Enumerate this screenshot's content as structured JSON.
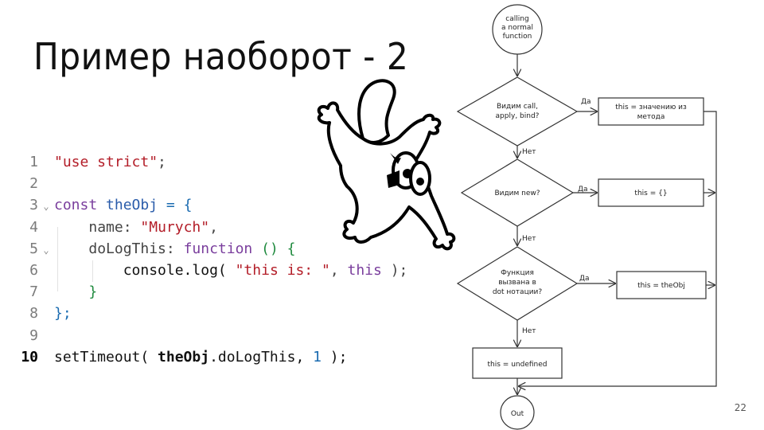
{
  "slide": {
    "title": "Пример наоборот - 2",
    "page_number": "22"
  },
  "code": {
    "line_numbers": [
      "1",
      "2",
      "3",
      "4",
      "5",
      "6",
      "7",
      "8",
      "9",
      "10"
    ],
    "tokens": {
      "use_strict": "\"use strict\"",
      "semi1": ";",
      "const": "const",
      "obj_name": "theObj",
      "eq_brace": " = {",
      "name_key": "name: ",
      "name_val": "\"Murych\"",
      "comma1": ",",
      "dolog_key": "doLogThis: ",
      "function_kw": "function",
      "paren_open": " () {",
      "console": "console.log( ",
      "this_is": "\"this is: \"",
      "comma2": ", ",
      "this_kw": "this",
      "close_call": " );",
      "close_inner": "}",
      "close_outer": "};",
      "settimeout": "setTimeout( ",
      "obj_ref": "theObj",
      "dolog_ref": ".doLogThis, ",
      "num": "1",
      "close_st": " );"
    }
  },
  "flowchart": {
    "start": [
      "calling",
      "a normal",
      "function"
    ],
    "decisions": [
      [
        "Видим call,",
        "apply, bind?"
      ],
      [
        "Видим new?"
      ],
      [
        "Функция",
        "вызвана в",
        "dot нотации?"
      ]
    ],
    "outcomes": [
      [
        "this = значению из",
        "метода"
      ],
      [
        "this = {}"
      ],
      [
        "this = theObj"
      ]
    ],
    "fallback": "this = undefined",
    "end": "Out",
    "yes_label": "Да",
    "no_label": "Нет"
  }
}
